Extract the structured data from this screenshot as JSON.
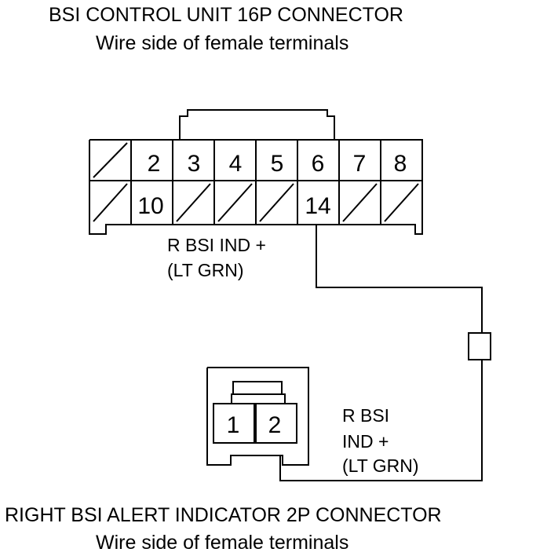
{
  "top_connector": {
    "title": "BSI CONTROL UNIT 16P CONNECTOR",
    "subtitle": "Wire side of female terminals",
    "row1_pins": [
      "",
      "2",
      "3",
      "4",
      "5",
      "6",
      "7",
      "8"
    ],
    "row2_pins": [
      "",
      "10",
      "",
      "",
      "",
      "14",
      "",
      ""
    ],
    "wire_label_line1": "R BSI IND  +",
    "wire_label_line2": "(LT GRN)"
  },
  "bottom_connector": {
    "title": "RIGHT BSI ALERT INDICATOR 2P CONNECTOR",
    "subtitle": "Wire side of female terminals",
    "pins": [
      "1",
      "2"
    ],
    "wire_label_line1": "R BSI",
    "wire_label_line2": "IND +",
    "wire_label_line3": "(LT GRN)"
  },
  "colors": {
    "line": "#000000",
    "background": "#ffffff"
  }
}
